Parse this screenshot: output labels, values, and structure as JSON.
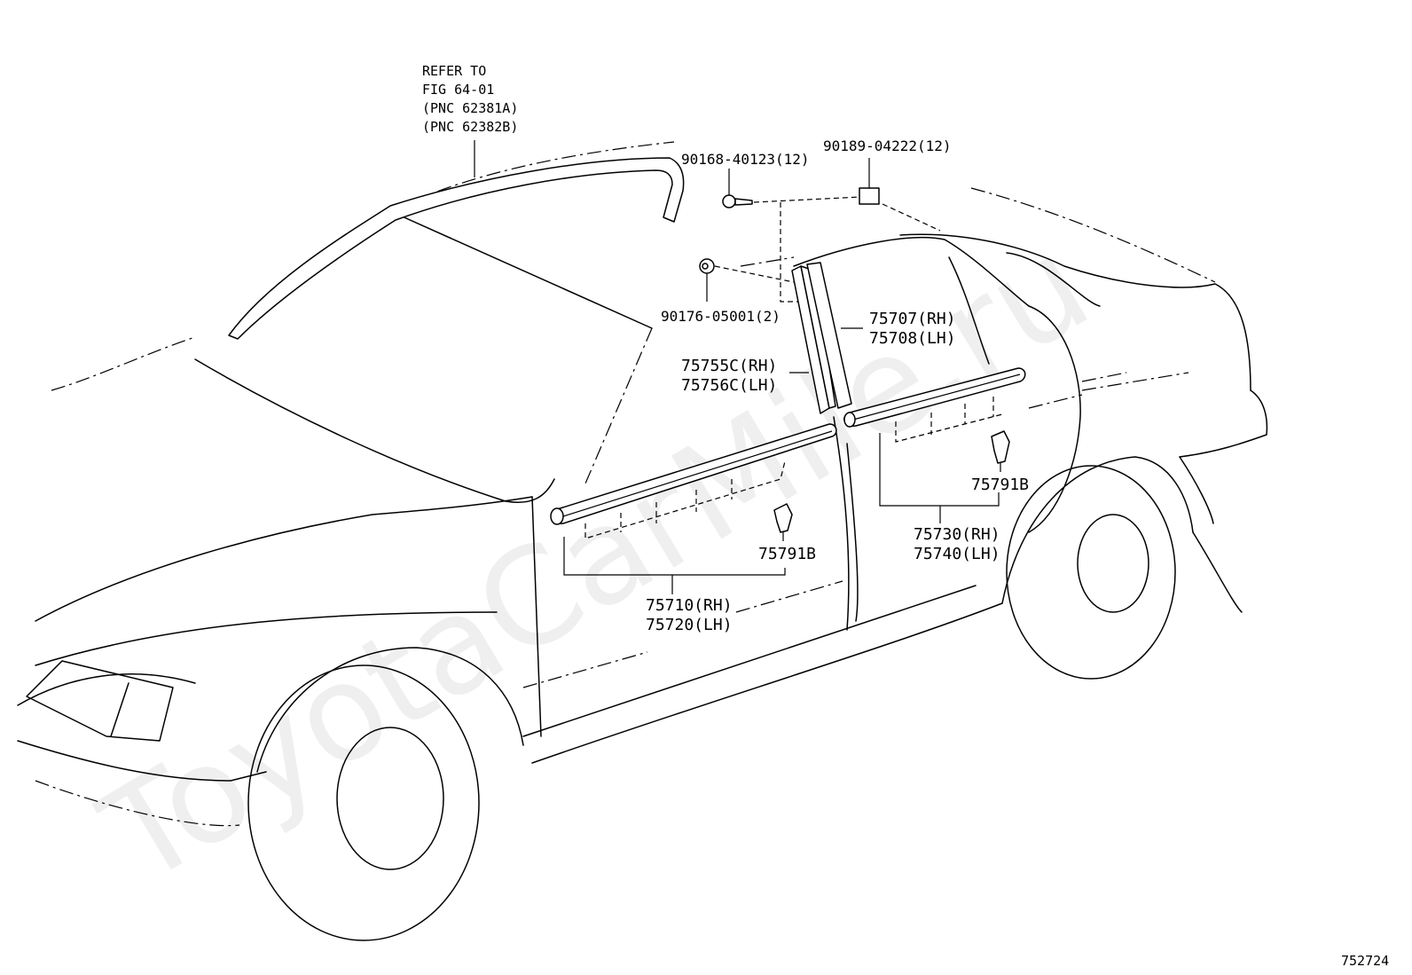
{
  "diagram": {
    "refer_note": [
      "REFER TO",
      "FIG 64-01",
      "(PNC 62381A)",
      "(PNC 62382B)"
    ],
    "fasteners": {
      "screw": "90168-40123(12)",
      "clip_nut": "90189-04222(12)",
      "clip": "90176-05001(2)"
    },
    "parts": {
      "rear_pillar_rh": "75707(RH)",
      "rear_pillar_lh": "75708(LH)",
      "front_pillar_rh": "75755C(RH)",
      "front_pillar_lh": "75756C(LH)",
      "front_clip": "75791B",
      "rear_clip": "75791B",
      "rear_belt_rh": "75730(RH)",
      "rear_belt_lh": "75740(LH)",
      "front_belt_rh": "75710(RH)",
      "front_belt_lh": "75720(LH)"
    },
    "figure_number": "752724",
    "watermark": "ToyotaCarMile.ru"
  }
}
